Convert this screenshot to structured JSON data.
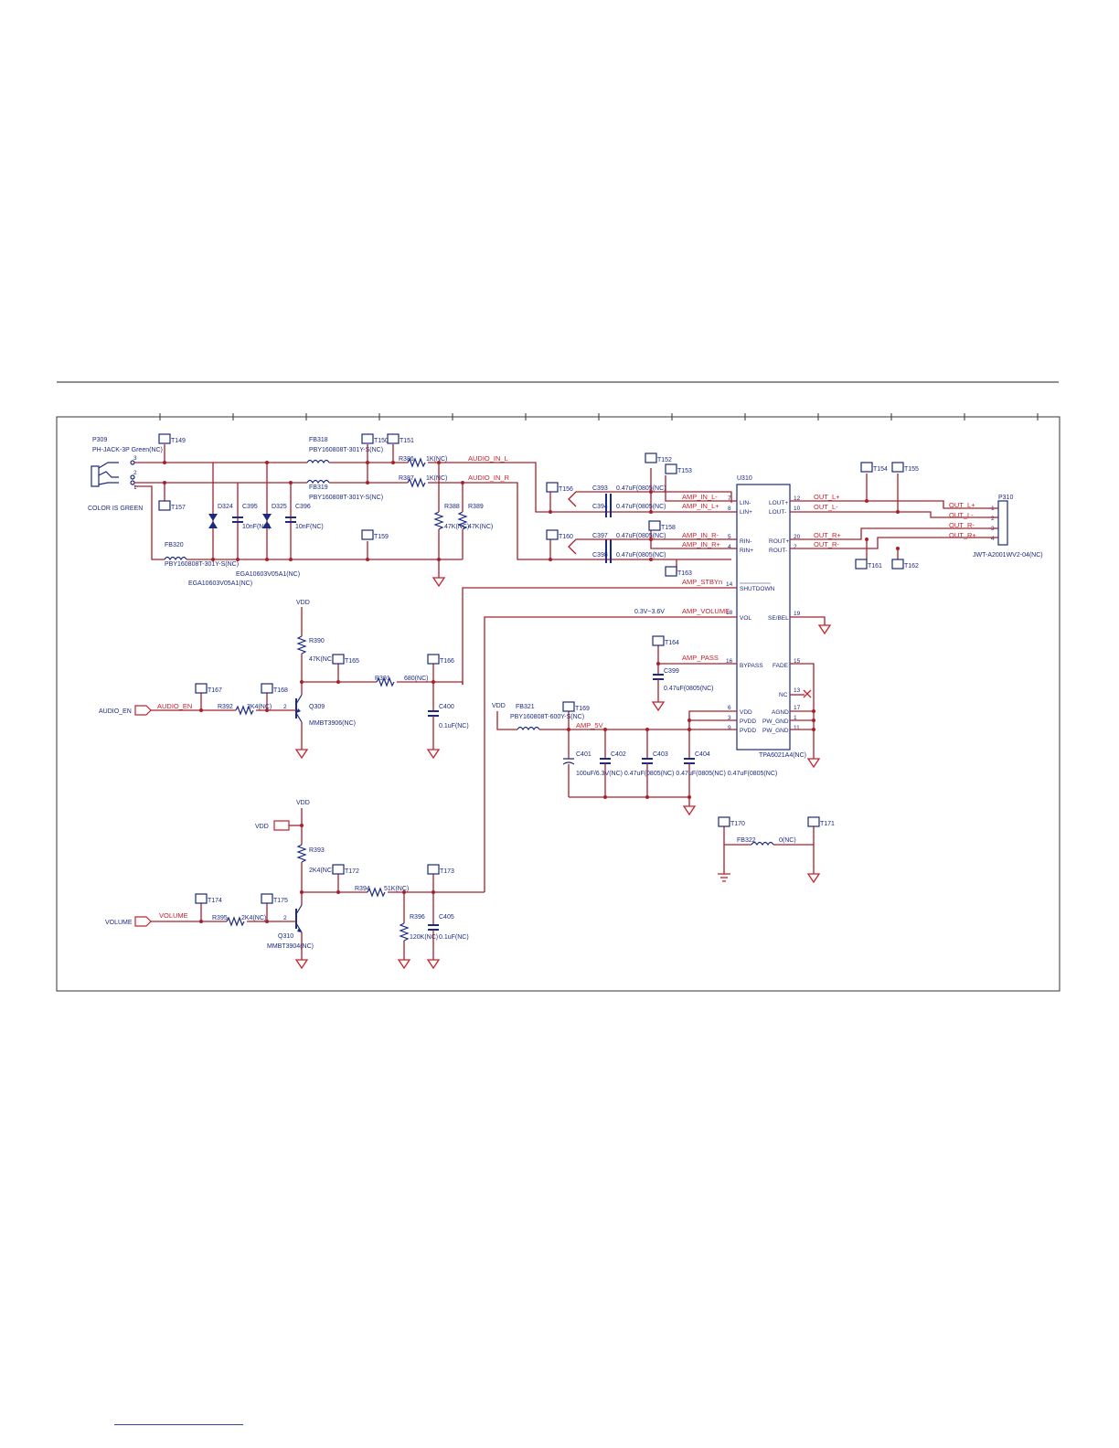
{
  "labels": {
    "p309": "P309",
    "jack": "PH-JACK-3P Green(NC)",
    "color_note": "COLOR IS GREEN",
    "fb318": "FB318",
    "fb318_val": "PBY160808T-301Y-S(NC)",
    "fb319": "FB319",
    "fb319_val": "PBY160808T-301Y-S(NC)",
    "fb320": "FB320",
    "fb320_val": "PBY160808T-301Y-S(NC)",
    "d324": "D324",
    "d325": "D325",
    "c395": "C395",
    "c395_val": "10nF(NC)",
    "c396": "C396",
    "c396_val": "10nF(NC)",
    "ega1": "EGA10603V05A1(NC)",
    "ega2": "EGA10603V05A1(NC)",
    "r386": "R386",
    "r386_val": "1K(NC)",
    "r387": "R387",
    "r387_val": "1K(NC)",
    "r388": "R388",
    "r388_val": "47K(NC)",
    "r389": "R389",
    "r389_val": "47K(NC)",
    "c393": "C393",
    "c394": "C394",
    "c397": "C397",
    "c398": "C398",
    "cap047": "0.47uF(0805(NC)",
    "u310": "U310",
    "u310_part": "TPA6021A4(NC)",
    "p310": "P310",
    "p310_part": "JWT-A2001WV2-04(NC)",
    "vdd": "VDD",
    "vdd_box": "VDD",
    "r390": "R390",
    "r390_val": "47K(NC)",
    "r391": "R391",
    "r391_val": "680(NC)",
    "r392": "R392",
    "r392_val": "2K4(NC)",
    "q309": "Q309",
    "q309_part": "MMBT3906(NC)",
    "c400": "C400",
    "c400_val": "0.1uF(NC)",
    "audio_en_port": "AUDIO_EN",
    "c399": "C399",
    "c399_val": "0.47uF(0805(NC)",
    "fb321": "FB321",
    "fb321_val": "PBY160808T-600Y-S(NC)",
    "c401": "C401",
    "c402": "C402",
    "c403": "C403",
    "c404": "C404",
    "cap_row": "100uF/6.3V(NC) 0.47uF(0805(NC) 0.47uF(0805(NC) 0.47uF(0805(NC)",
    "volt_range": "0.3V~3.6V",
    "fb322": "FB322",
    "fb322_val": "0(NC)",
    "r393": "R393",
    "r393_val": "2K4(NC)",
    "r394": "R394",
    "r394_val": "51K(NC)",
    "r395": "R395",
    "r395_val": "2K4(NC)",
    "r396": "R396",
    "r396_val": "120K(NC)",
    "q310": "Q310",
    "q310_part": "MMBT3904(NC)",
    "c405": "C405",
    "c405_val": "0.1uF(NC)",
    "volume_port": "VOLUME"
  },
  "nets": {
    "audio_in_l": "AUDIO_IN_L",
    "audio_in_r": "AUDIO_IN_R",
    "amp_in_l_m": "AMP_IN_L-",
    "amp_in_l_p": "AMP_IN_L+",
    "amp_in_r_m": "AMP_IN_R-",
    "amp_in_r_p": "AMP_IN_R+",
    "amp_stby": "AMP_STBYn",
    "amp_volume": "AMP_VOLUME",
    "amp_pass": "AMP_PASS",
    "amp_5v": "AMP_5V",
    "out_l_p": "OUT_L+",
    "out_l_m": "OUT_L-",
    "out_r_p": "OUT_R+",
    "out_r_m": "OUT_R-",
    "audio_en": "AUDIO_EN",
    "volume": "VOLUME"
  },
  "ic_pins": {
    "lin_m": "LIN-",
    "lin_p": "LIN+",
    "rin_m": "RIN-",
    "rin_p": "RIN+",
    "shutdown": "SHUTDOWN",
    "vol": "VOL",
    "bypass": "BYPASS",
    "vdd": "VDD",
    "pvdd1": "PVDD",
    "pvdd2": "PVDD",
    "lout_p": "LOUT+",
    "lout_m": "LOUT-",
    "rout_p": "ROUT+",
    "rout_m": "ROUT-",
    "se_bel": "SE/BEL",
    "fade": "FADE",
    "nc": "NC",
    "agnd": "AGND",
    "pw_gnd1": "PW_GND",
    "pw_gnd2": "PW_GND",
    "n7": "7",
    "n8": "8",
    "n5": "5",
    "n4": "4",
    "n14": "14",
    "n18": "18",
    "n16": "16",
    "n6": "6",
    "n3": "3",
    "n9": "9",
    "n12": "12",
    "n10": "10",
    "n20": "20",
    "n2": "2",
    "n19": "19",
    "n15": "15",
    "n13": "13",
    "n17": "17",
    "n1": "1",
    "n11": "11"
  },
  "connector_pins": {
    "p1": "1",
    "p2": "2",
    "p3": "3",
    "p4": "4"
  },
  "jack_pins": {
    "j1": "1",
    "j2": "2",
    "j3": "3"
  },
  "transistor_pins": {
    "q309_b": "2",
    "q310_b": "2"
  },
  "testpoints": {
    "t149": "T149",
    "t150": "T150",
    "t151": "T151",
    "t152": "T152",
    "t153": "T153",
    "t154": "T154",
    "t155": "T155",
    "t156": "T156",
    "t157": "T157",
    "t158": "T158",
    "t159": "T159",
    "t160": "T160",
    "t161": "T161",
    "t162": "T162",
    "t163": "T163",
    "t164": "T164",
    "t165": "T165",
    "t166": "T166",
    "t167": "T167",
    "t168": "T168",
    "t169": "T169",
    "t170": "T170",
    "t171": "T171",
    "t172": "T172",
    "t173": "T173",
    "t174": "T174",
    "t175": "T175"
  }
}
